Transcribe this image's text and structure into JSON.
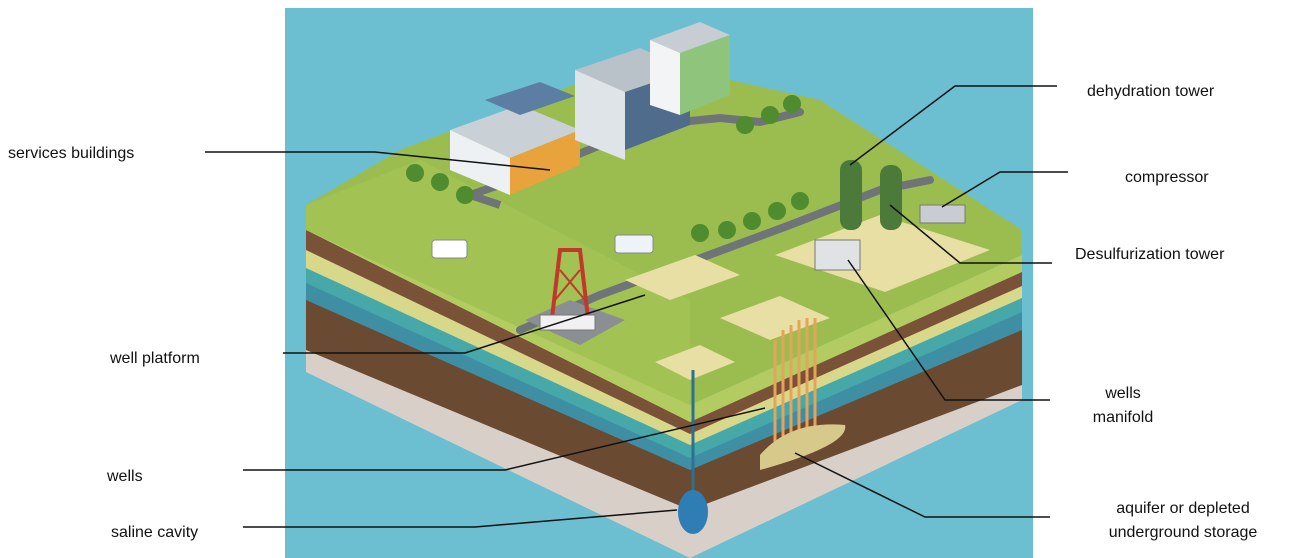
{
  "labels": {
    "services_buildings": "services buildings",
    "well_platform": "well platform",
    "wells": "wells",
    "saline_cavity": "saline cavity",
    "dehydration_tower": "dehydration tower",
    "compressor": "compressor",
    "desulfurization_tower": "Desulfurization tower",
    "wells_manifold": "wells manifold",
    "aquifer_storage": "aquifer or depleted underground storage"
  },
  "colors": {
    "water": "#6bbfd0",
    "grass": "#9bbd4f",
    "grass_light": "#b2cc62",
    "road": "#6f7479",
    "pad": "#e7dfa4",
    "soil_dark": "#6b4a32",
    "layer_yellow": "#d8d88a",
    "layer_teal": "#46a8a9",
    "layer_blue": "#3f8fa4",
    "layer_brown": "#7a5238",
    "layer_bottom": "#d8d0c8",
    "tower_green": "#4c7a3a",
    "rig_red": "#c0392b",
    "cavity": "#2f7db5",
    "storage": "#d7c98a",
    "tree": "#4f8b2f",
    "leader": "#111111"
  }
}
